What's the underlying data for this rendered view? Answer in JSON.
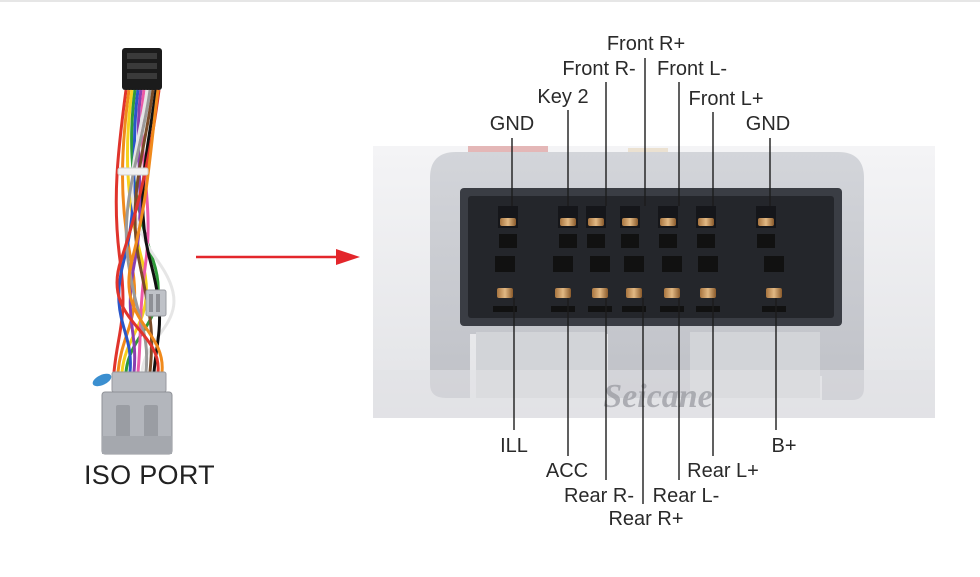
{
  "harness": {
    "caption": "ISO PORT",
    "wire_colors": [
      "#e0342c",
      "#f08a1c",
      "#f5d21e",
      "#2f9a3a",
      "#2a56c9",
      "#8a3fb0",
      "#ec5aa6",
      "#ffffff",
      "#9a9a9a",
      "#7a4b28",
      "#111111"
    ]
  },
  "connector": {
    "watermark": "Seicane",
    "pin_labels_top": [
      "Front R+",
      "Front R-",
      "Front L-",
      "Key 2",
      "Front L+",
      "GND",
      "GND"
    ],
    "pin_labels_bottom": [
      "ILL",
      "B+",
      "ACC",
      "Rear L+",
      "Rear R-",
      "Rear L-",
      "Rear R+"
    ]
  },
  "colors": {
    "arrow": "#e3262b",
    "leader": "#1c1c1c",
    "connector_body": "#c9cbd1",
    "photo_bg": "#ececee"
  }
}
